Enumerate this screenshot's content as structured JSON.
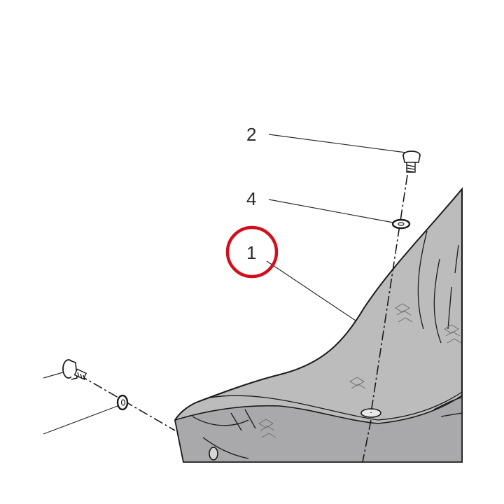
{
  "callouts": [
    {
      "label": "2",
      "part": "screw"
    },
    {
      "label": "4",
      "part": "washer"
    },
    {
      "label": "1",
      "part": "mudguard-panel",
      "highlighted": true
    }
  ],
  "colors": {
    "panel_fill": "#bcbcbd",
    "panel_dark": "#a6a6a8",
    "line": "#1a1a1a",
    "highlight_ring": "#d0101e",
    "background": "#ffffff"
  }
}
